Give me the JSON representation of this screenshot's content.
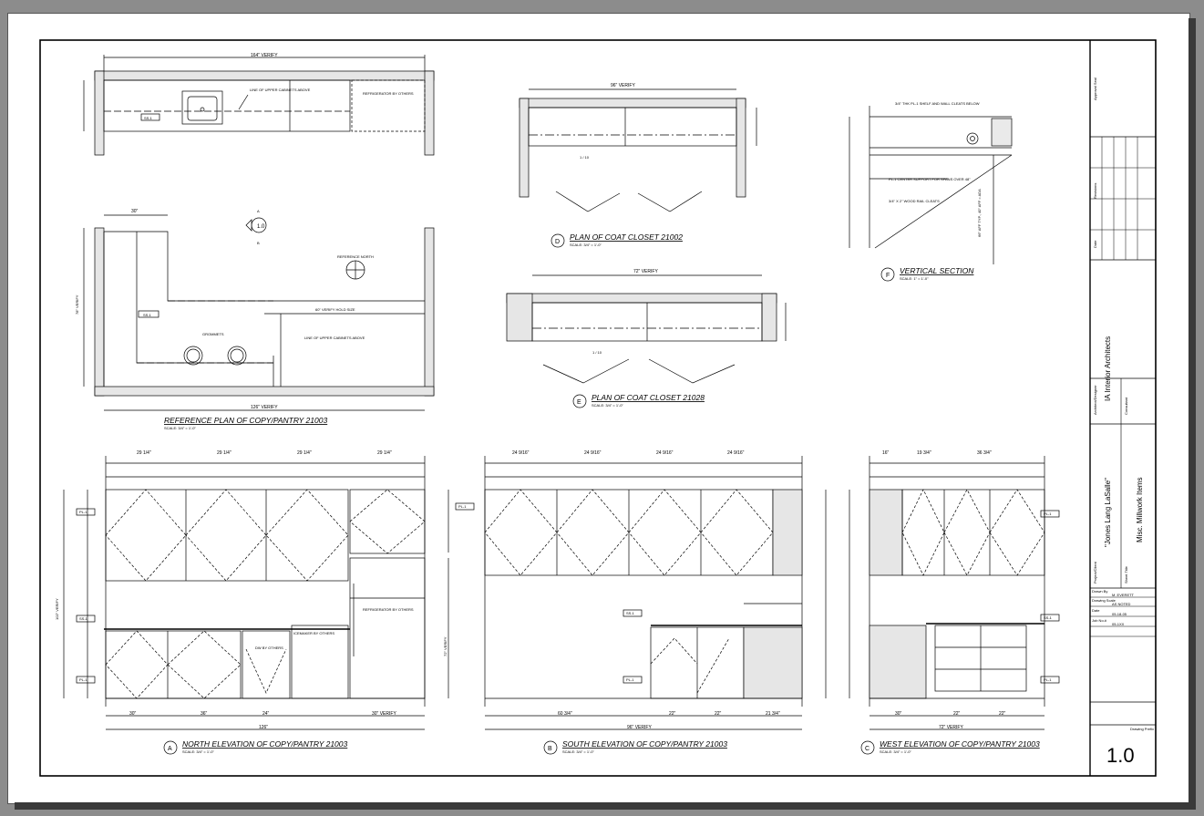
{
  "titles": {
    "ref_plan": "REFERENCE PLAN OF COPY/PANTRY 21003",
    "ref_plan_scale": "SCALE: 3/4\" = 1'-0\"",
    "plan_d": "PLAN OF COAT CLOSET 21002",
    "plan_d_scale": "SCALE: 3/4\" = 1'-0\"",
    "plan_e": "PLAN OF COAT CLOSET 21028",
    "plan_e_scale": "SCALE: 3/4\" = 1'-0\"",
    "section_f": "VERTICAL SECTION",
    "section_f_scale": "SCALE: 1\" = 1'-0\"",
    "elev_a": "NORTH ELEVATION OF COPY/PANTRY 21003",
    "elev_a_scale": "SCALE: 3/4\" = 1'-0\"",
    "elev_b": "SOUTH ELEVATION OF COPY/PANTRY 21003",
    "elev_b_scale": "SCALE: 3/4\" = 1'-0\"",
    "elev_c": "WEST ELEVATION OF COPY/PANTRY 21003",
    "elev_c_scale": "SCALE: 3/4\" = 1'-0\""
  },
  "markers": {
    "a": "A",
    "b": "B",
    "c": "C",
    "d": "D",
    "e": "E",
    "f": "F",
    "ref": "1.0"
  },
  "notes": {
    "verify_top": "164\" VERIFY",
    "line_upper": "LINE OF UPPER CABINETS ABOVE",
    "fridge": "REFRIGERATOR BY OTHERS",
    "ss1": "SS-1",
    "verify_30": "30\"",
    "verify_west": "78\" VERIFY",
    "ref_north": "REFERENCE NORTH",
    "hold_size": "60\" VERIFY HOLD SIZE",
    "grommets": "GROMMETS",
    "line_upper2": "LINE OF UPPER CABINETS ABOVE",
    "bottom_verify": "126\" VERIFY",
    "d_verify": "96\" VERIFY",
    "e_verify": "72\" VERIFY",
    "detail_1_10": "1 / 10",
    "f_note1": "3/4\" THK PL-1 SHELF AND WALL CLEATS BELOW",
    "f_note2": "PL-1 CENTER SUPPORT FOR SPANS OVER 48\"",
    "f_note3": "3/4\" X 2\" WOOD RAIL CLEATS",
    "f_note4": "66\" AFF TYP., 40\" AFF = ADA",
    "pl1": "PL-1",
    "dw": "DW BY OTHERS",
    "icemaker": "ICEMAKER BY OTHERS",
    "fridge2": "REFRIGERATOR BY OTHERS",
    "a_overall": "126\"",
    "b_overall": "96\" VERIFY",
    "c_overall": "72\" VERIFY",
    "a_verify_h": "102\" VERIFY",
    "a_fridge_h": "72\" VERIFY"
  },
  "dims_a_top": [
    "29 1/4\"",
    "29 1/4\"",
    "29 1/4\"",
    "29 1/4\""
  ],
  "dims_b_top": [
    "24 9/16\"",
    "24 9/16\"",
    "24 9/16\"",
    "24 9/16\""
  ],
  "dims_c_top": [
    "16\"",
    "19 3/4\"",
    "36 3/4\""
  ],
  "dims_a_bottom": [
    "30\"",
    "36\"",
    "24\"",
    "30\" VERIFY"
  ],
  "dims_b_bottom": [
    "60 3/4\"",
    "22\"",
    "22\"",
    "21 3/4\""
  ],
  "dims_c_bottom": [
    "30\"",
    "22\"",
    "22\""
  ],
  "title_block": {
    "approval_label": "Approval Seal",
    "revisions_label": "Revisions",
    "date_label": "Date",
    "architect_label": "Architect/Designer",
    "architect": "IA Interior Architects",
    "consultant_label": "Consultant",
    "project_label": "Project/Client",
    "project": "\"Jones Lang LaSalle\"",
    "sheet_title_label": "Sheet Title",
    "sheet_title": "Misc. Millwork Items",
    "drawn_by_label": "Drawn By",
    "drawn_by": "M. EVERETT",
    "scale_label": "Drawing Scale",
    "scale": "AS NOTED",
    "date_field_label": "Date",
    "date_value": "05-18-05",
    "job_label": "Job No.#",
    "job_value": "05-1XX",
    "sheet_number_label": "Drawing Prefix",
    "sheet_number": "1.0"
  }
}
